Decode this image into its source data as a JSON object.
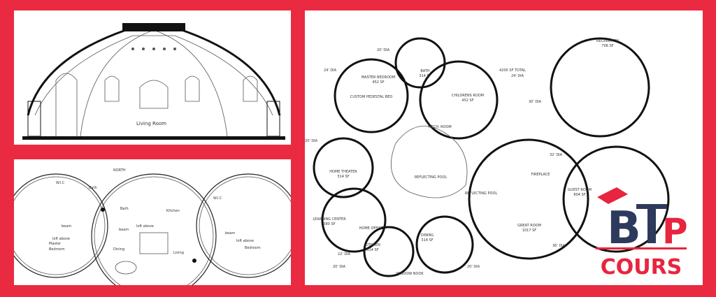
{
  "section": {
    "living_room": "Living Room"
  },
  "small_plan": {
    "rooms": [
      "W.I.C",
      "Bath",
      "Bath",
      "Kitchen",
      "W.I.C",
      "Master",
      "Bedroom",
      "Dining",
      "Living",
      "Bedroom",
      "NORTH"
    ],
    "notes": [
      "beam",
      "loft above",
      "beam",
      "loft above",
      "beam",
      "loft above"
    ]
  },
  "large_plan": {
    "total": "4200 SF TOTAL",
    "rooms": [
      {
        "name": "MASTER BEDROOM",
        "area": "452 SF"
      },
      {
        "name": "BATH",
        "area": "314 SF"
      },
      {
        "name": "CHILDRENS ROOM",
        "area": "452 SF"
      },
      {
        "name": "RECREATION",
        "area": "706 SF"
      },
      {
        "name": "HOME THEATER",
        "area": "314 SF"
      },
      {
        "name": "REFLECTING POOL",
        "area": ""
      },
      {
        "name": "REFLECTING POOL",
        "area": ""
      },
      {
        "name": "FIREPLACE",
        "area": ""
      },
      {
        "name": "GUEST ROOM",
        "area": "804 SF"
      },
      {
        "name": "LEARNING CENTER",
        "area": "380 SF"
      },
      {
        "name": "HOME OFFICE",
        "area": ""
      },
      {
        "name": "DINING",
        "area": "314 SF"
      },
      {
        "name": "KITCHEN",
        "area": "314 SF"
      },
      {
        "name": "GREAT ROOM",
        "area": "1017 SF"
      },
      {
        "name": "WINDOW NOOK",
        "area": ""
      },
      {
        "name": "MECH. ROOM",
        "area": ""
      },
      {
        "name": "CUSTOM PEDESTAL BED",
        "area": ""
      }
    ],
    "dims": [
      "20' DIA",
      "24' DIA",
      "24' DIA",
      "30' DIA",
      "20' DIA",
      "32' DIA",
      "22' DIA",
      "20' DIA",
      "20' DIA",
      "36' DIA"
    ]
  },
  "logo": {
    "text_top": "BTP",
    "text_bottom": "COURS",
    "colors": {
      "navy": "#2e3a5c",
      "red": "#e8253e"
    }
  },
  "colors": {
    "background": "#ea2a40",
    "panel": "#ffffff"
  }
}
